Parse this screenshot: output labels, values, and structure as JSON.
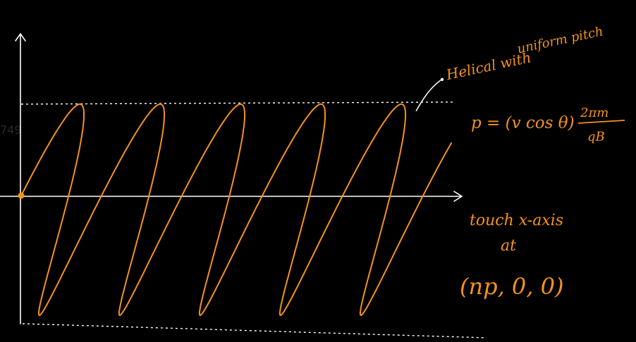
{
  "colors": {
    "background": "#000000",
    "ink": "#ffffff",
    "curve": "#f4931a",
    "watermark": "#2a2a2a"
  },
  "annotation_1": {
    "line1": "Helical with",
    "line2": "uniform pitch"
  },
  "formula": {
    "lhs": "p = (v cos θ)",
    "numerator": "2πm",
    "denominator": "qB"
  },
  "annotation_2": {
    "line1": "touch x-axis",
    "line2": "at",
    "line3": "(np, 0, 0)"
  },
  "watermark": "749"
}
